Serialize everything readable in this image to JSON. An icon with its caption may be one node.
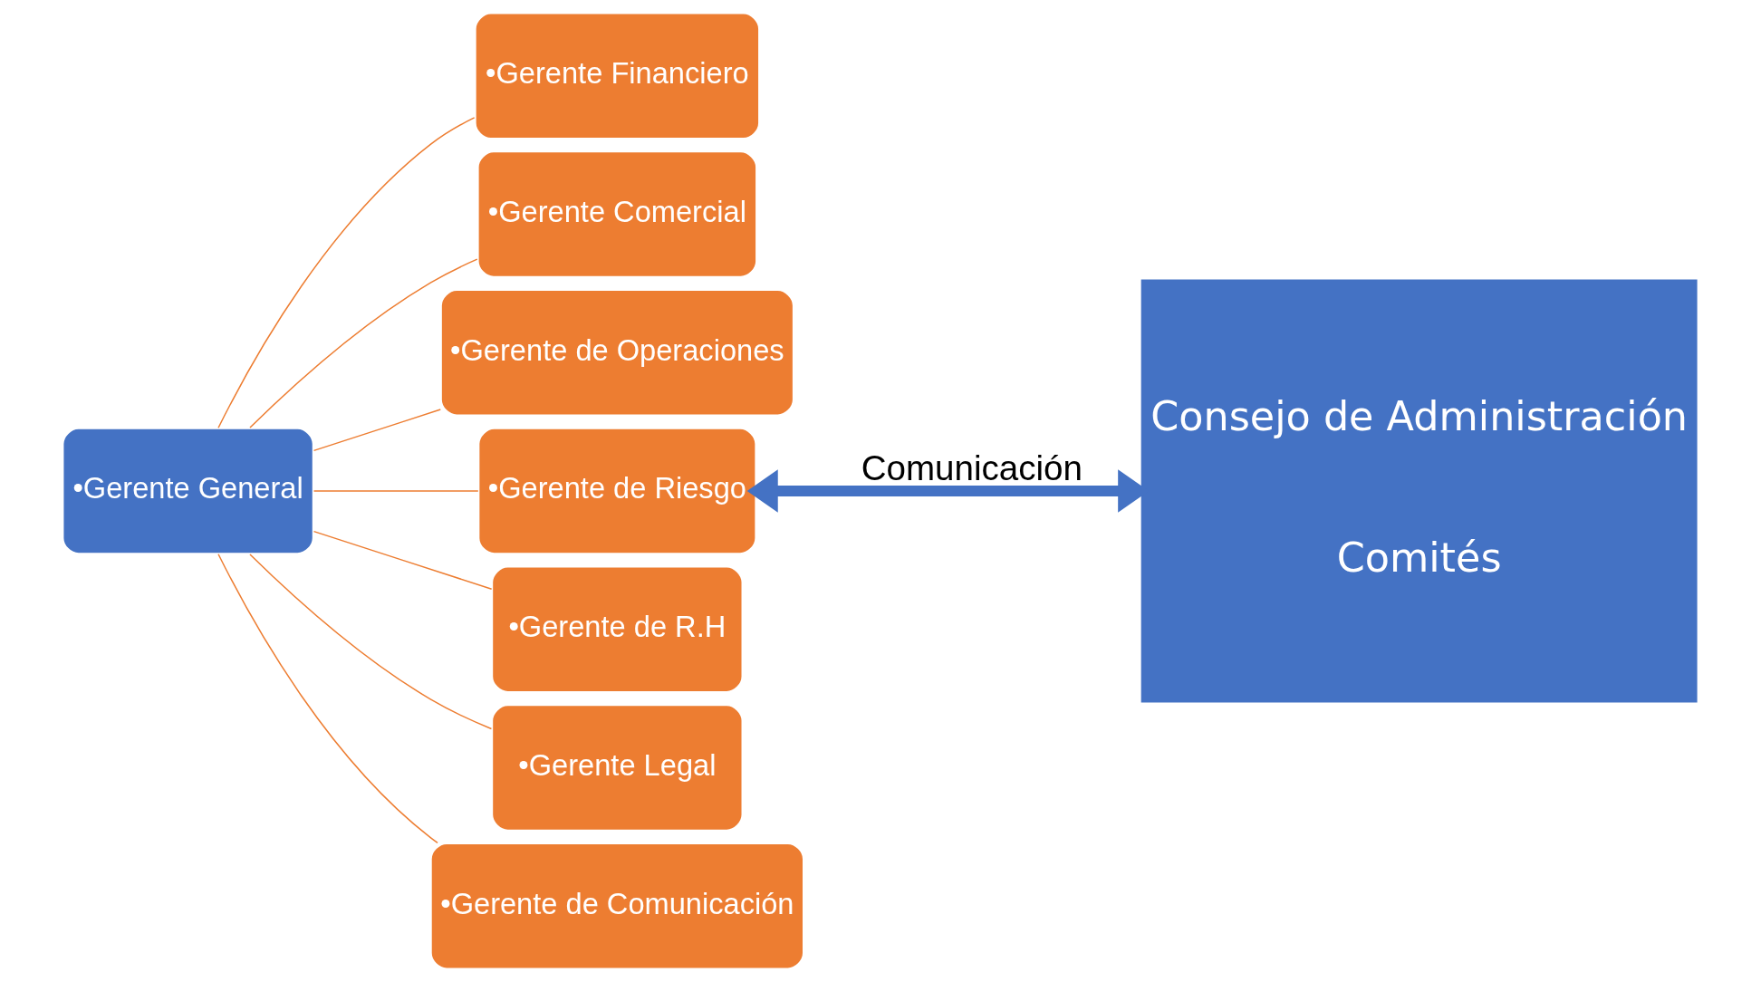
{
  "diagram": {
    "nodes": [
      {
        "text": [
          "•Gerente General"
        ]
      },
      {
        "text": [
          "•Gerente Financiero"
        ]
      },
      {
        "text": [
          "•Gerente Comercial"
        ]
      },
      {
        "text": [
          "•Gerente de Operaciones"
        ]
      },
      {
        "text": [
          "•Gerente de Riesgo"
        ]
      },
      {
        "text": [
          "•Gerente de R.H"
        ]
      },
      {
        "text": [
          "•Gerente Legal"
        ]
      },
      {
        "text": [
          "•Gerente de Comunicación"
        ]
      },
      {
        "text": [
          "Consejo de Administración",
          "Comités"
        ]
      }
    ],
    "edges": [
      {
        "from": 0,
        "to": 1,
        "arrow": "none"
      },
      {
        "from": 0,
        "to": 2,
        "arrow": "none"
      },
      {
        "from": 0,
        "to": 3,
        "arrow": "none"
      },
      {
        "from": 0,
        "to": 4,
        "arrow": "none"
      },
      {
        "from": 0,
        "to": 5,
        "arrow": "none"
      },
      {
        "from": 0,
        "to": 6,
        "arrow": "none"
      },
      {
        "from": 0,
        "to": 7,
        "arrow": "none"
      },
      {
        "from": 4,
        "to": 8,
        "arrow": "both",
        "label": "Comunicación",
        "style": "thick",
        "color": "#4472c4"
      }
    ]
  }
}
